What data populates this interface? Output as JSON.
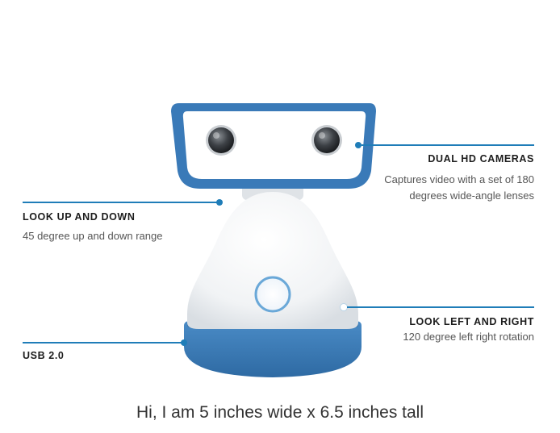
{
  "callouts": {
    "cameras": {
      "title": "DUAL HD CAMERAS",
      "desc_line1": "Captures video with a set of 180",
      "desc_line2": "degrees wide-angle lenses"
    },
    "look_up_down": {
      "title": "LOOK UP AND DOWN",
      "desc": "45 degree up and down range"
    },
    "look_left_right": {
      "title": "LOOK LEFT AND RIGHT",
      "desc": "120 degree left right rotation"
    },
    "usb": {
      "title": "USB 2.0"
    }
  },
  "caption": "Hi, I am 5 inches wide x 6.5 inches tall",
  "colors": {
    "accent": "#1f7db8",
    "robot_blue": "#3a7ab8",
    "body_white": "#f4f6f8"
  }
}
